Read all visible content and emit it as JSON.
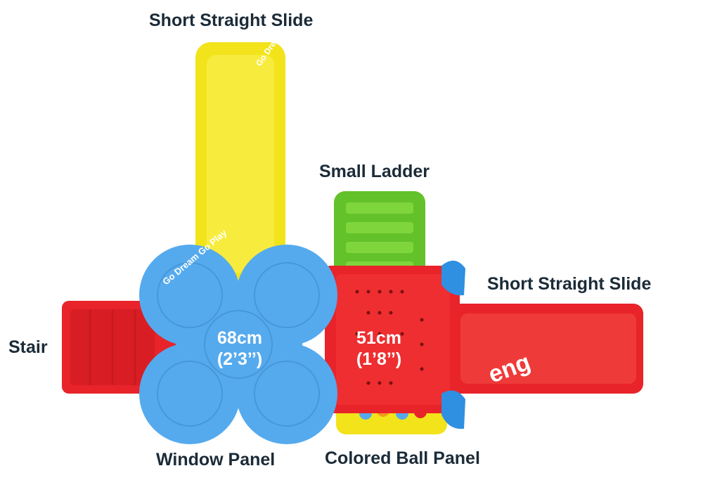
{
  "labels": {
    "slide_top": "Short Straight Slide",
    "ladder": "Small Ladder",
    "slide_right": "Short Straight Slide",
    "stair": "Stair",
    "window_panel": "Window Panel",
    "ball_panel": "Colored Ball Panel"
  },
  "dimensions": {
    "window_panel_cm": "68cm",
    "window_panel_ft": "(2’3’’)",
    "platform_cm": "51cm",
    "platform_ft": "(1’8’’)"
  },
  "watermarks": {
    "slide_top": "Go Dream",
    "panel": "Go Dream Go Play",
    "right": "eng"
  },
  "colors": {
    "red": "#e8232a",
    "yellow": "#f2e31b",
    "blue": "#55aaee",
    "green": "#63c22a",
    "label_text": "#1b2b38"
  }
}
